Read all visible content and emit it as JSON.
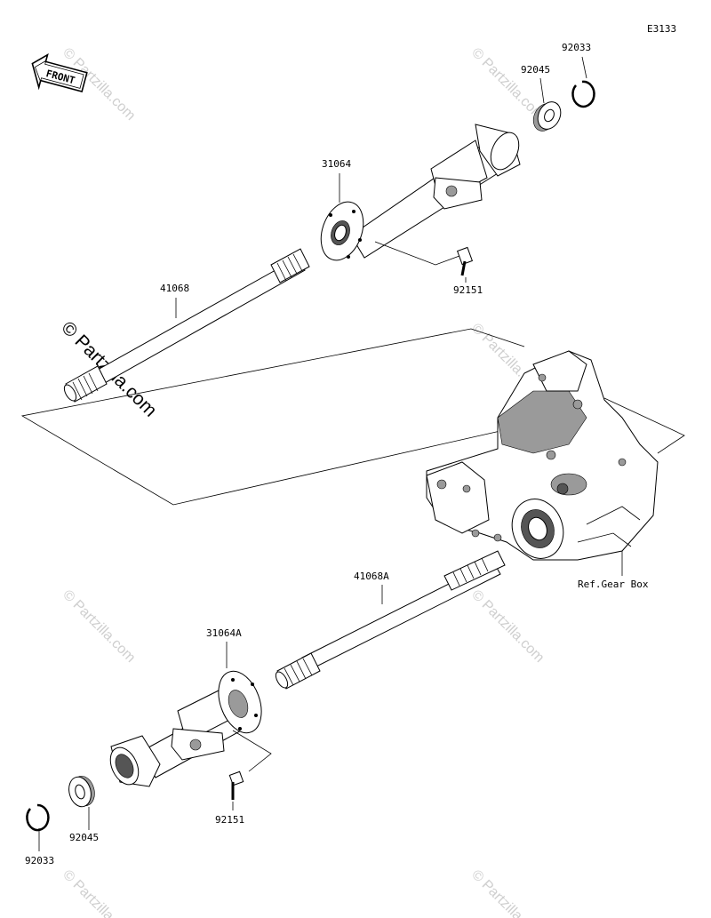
{
  "diagram": {
    "code": "E3133",
    "front_label": "FRONT",
    "watermark": "© Partzilla.com",
    "ref_label": "Ref.Gear Box",
    "parts": {
      "p92033_top": "92033",
      "p92045_top": "92045",
      "p31064": "31064",
      "p92151_top": "92151",
      "p41068": "41068",
      "p41068A": "41068A",
      "p31064A": "31064A",
      "p92151_bottom": "92151",
      "p92045_bottom": "92045",
      "p92033_bottom": "92033"
    }
  }
}
